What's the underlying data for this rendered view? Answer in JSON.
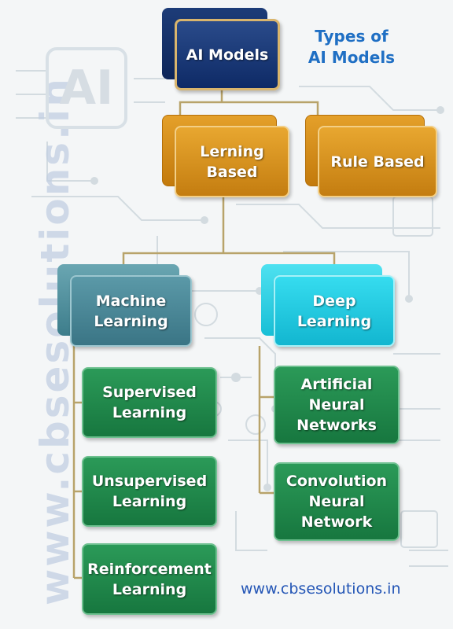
{
  "diagram": {
    "title_line1": "Types of",
    "title_line2": "AI Models",
    "footer_url": "www.cbsesolutions.in",
    "watermark": "www.cbsesolutions.in",
    "logo_text": "AI",
    "nodes": {
      "ai_models": "AI Models",
      "learning_based": "Lerning\nBased",
      "rule_based": "Rule Based",
      "machine_learning": "Machine\nLearning",
      "deep_learning": "Deep\nLearning",
      "supervised": "Supervised\nLearning",
      "unsupervised": "Unsupervised\nLearning",
      "reinforcement": "Reinforcement\nLearning",
      "ann": "Artificial\nNeural\nNetworks",
      "cnn": "Convolution\nNeural\nNetwork"
    },
    "colors": {
      "root": "#0e2a66",
      "level1": "#d48c1c",
      "machine_learning": "#4a8797",
      "deep_learning": "#1fc8dd",
      "leaf": "#1f8a4c",
      "connector": "#b8a36a",
      "title": "#1f6fc4"
    }
  }
}
